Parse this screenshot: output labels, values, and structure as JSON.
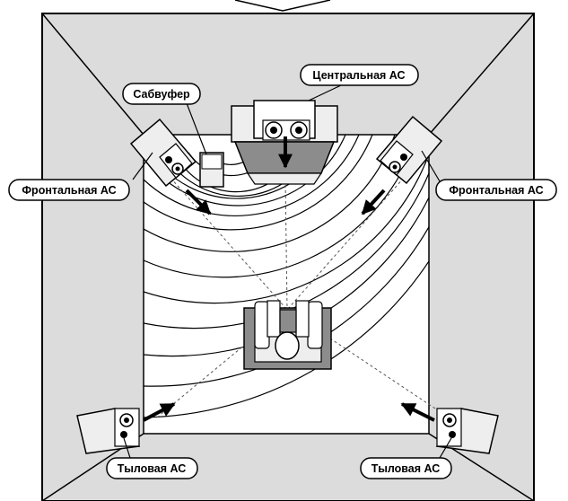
{
  "labels": {
    "center": "Центральная АС",
    "subwoofer": "Сабвуфер",
    "front_left": "Фронтальная АС",
    "front_right": "Фронтальная АС",
    "rear_left": "Тыловая АС",
    "rear_right": "Тыловая АС"
  },
  "colors": {
    "wall": "#dcdcdc",
    "floor": "#ffffff",
    "speaker": "#eeeeee",
    "dark_grey": "#8c8c8c",
    "stroke": "#000000"
  }
}
